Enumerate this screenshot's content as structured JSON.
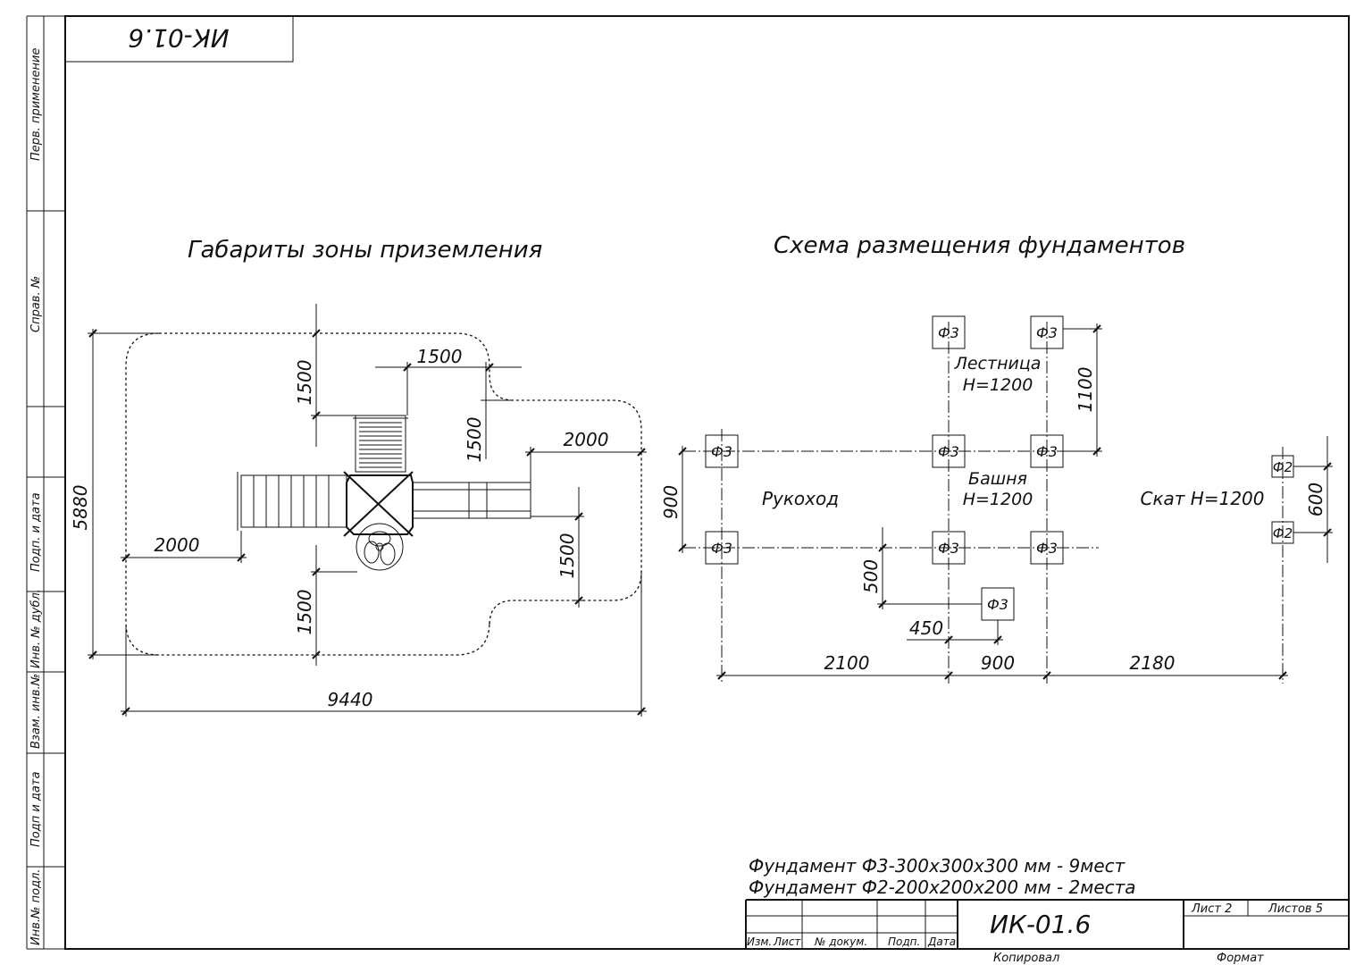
{
  "stamp_top": "ИК-01.6",
  "side_labels": {
    "perv": "Перв. применение",
    "sprav": "Справ. №",
    "podp1": "Подп. и дата",
    "inv_dubl": "Инв. № дубл.",
    "vzam": "Взам. инв.№",
    "podp2": "Подп и дата",
    "inv_podl": "Инв.№ подл."
  },
  "left_drawing": {
    "title": "Габариты зоны приземления",
    "dims": {
      "overall_height": "5880",
      "overall_width": "9440",
      "left_offset": "2000",
      "right_offset": "2000",
      "top_ladder": "1500",
      "top_vertical": "1500",
      "step_vertical": "1500",
      "bottom_vertical": "1500",
      "right_vertical": "1500"
    }
  },
  "right_drawing": {
    "title": "Схема размещения фундаментов",
    "foundation_f3": "Ф3",
    "foundation_f2": "Ф2",
    "labels": {
      "ladder": "Лестница",
      "ladder_h": "Н=1200",
      "tower": "Башня",
      "tower_h": "Н=1200",
      "monkey_bars": "Рукоход",
      "slide": "Скат Н=1200"
    },
    "dims": {
      "d1100": "1100",
      "d900_v": "900",
      "d600": "600",
      "d500": "500",
      "d450": "450",
      "d2100": "2100",
      "d900_h": "900",
      "d2180": "2180"
    }
  },
  "notes": {
    "line1": "Фундамент Ф3-300х300х300 мм - 9мест",
    "line2": "Фундамент Ф2-200х200х200 мм - 2места"
  },
  "title_block": {
    "designation": "ИК-01.6",
    "sheet": "Лист 2",
    "sheets": "Листов 5",
    "col_izm": "Изм.",
    "col_list": "Лист",
    "col_doc": "№ докум.",
    "col_podp": "Подп.",
    "col_data": "Дата",
    "copied": "Копировал",
    "format": "Формат"
  }
}
